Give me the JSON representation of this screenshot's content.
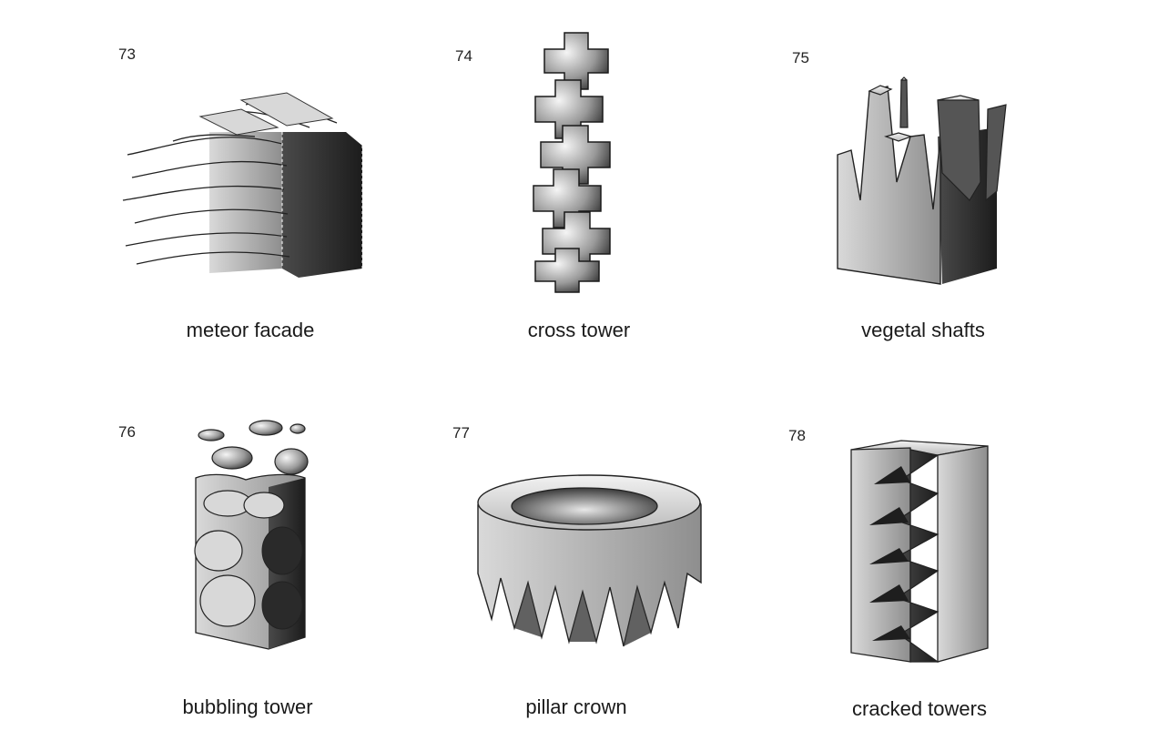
{
  "figures": [
    {
      "number": "73",
      "caption": "meteor facade",
      "icon": "meteor-facade-icon"
    },
    {
      "number": "74",
      "caption": "cross tower",
      "icon": "cross-tower-icon"
    },
    {
      "number": "75",
      "caption": "vegetal shafts",
      "icon": "vegetal-shafts-icon"
    },
    {
      "number": "76",
      "caption": "bubbling tower",
      "icon": "bubbling-tower-icon"
    },
    {
      "number": "77",
      "caption": "pillar crown",
      "icon": "pillar-crown-icon"
    },
    {
      "number": "78",
      "caption": "cracked towers",
      "icon": "cracked-towers-icon"
    }
  ]
}
